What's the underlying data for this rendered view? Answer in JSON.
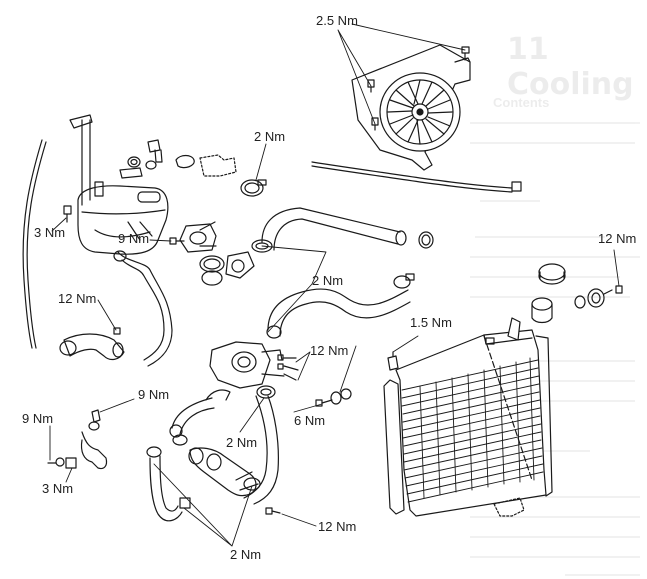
{
  "page": {
    "faded_heading": "11 Cooling",
    "faded_section": "Contents"
  },
  "torque_labels": {
    "fan_bolts": "2.5 Nm",
    "hose_clamp_top": "2 Nm",
    "reservoir_bolt": "3 Nm",
    "thermostat_housing": "9 Nm",
    "hose_clamps_upper": "2 Nm",
    "bleed_bolt": "12 Nm",
    "radiator_cap_bolt": "12 Nm",
    "sensor": "1.5 Nm",
    "water_pump_bolts": "12 Nm",
    "pump_fitting": "9 Nm",
    "pump_left": "9 Nm",
    "pump_lower": "3 Nm",
    "hose_clamp_mid": "2 Nm",
    "radiator_mount": "6 Nm",
    "drain_bolt": "12 Nm",
    "hose_clamps_lower": "2 Nm"
  },
  "colors": {
    "line": "#1a1a1a",
    "text": "#222222",
    "ghost": "#777777"
  }
}
